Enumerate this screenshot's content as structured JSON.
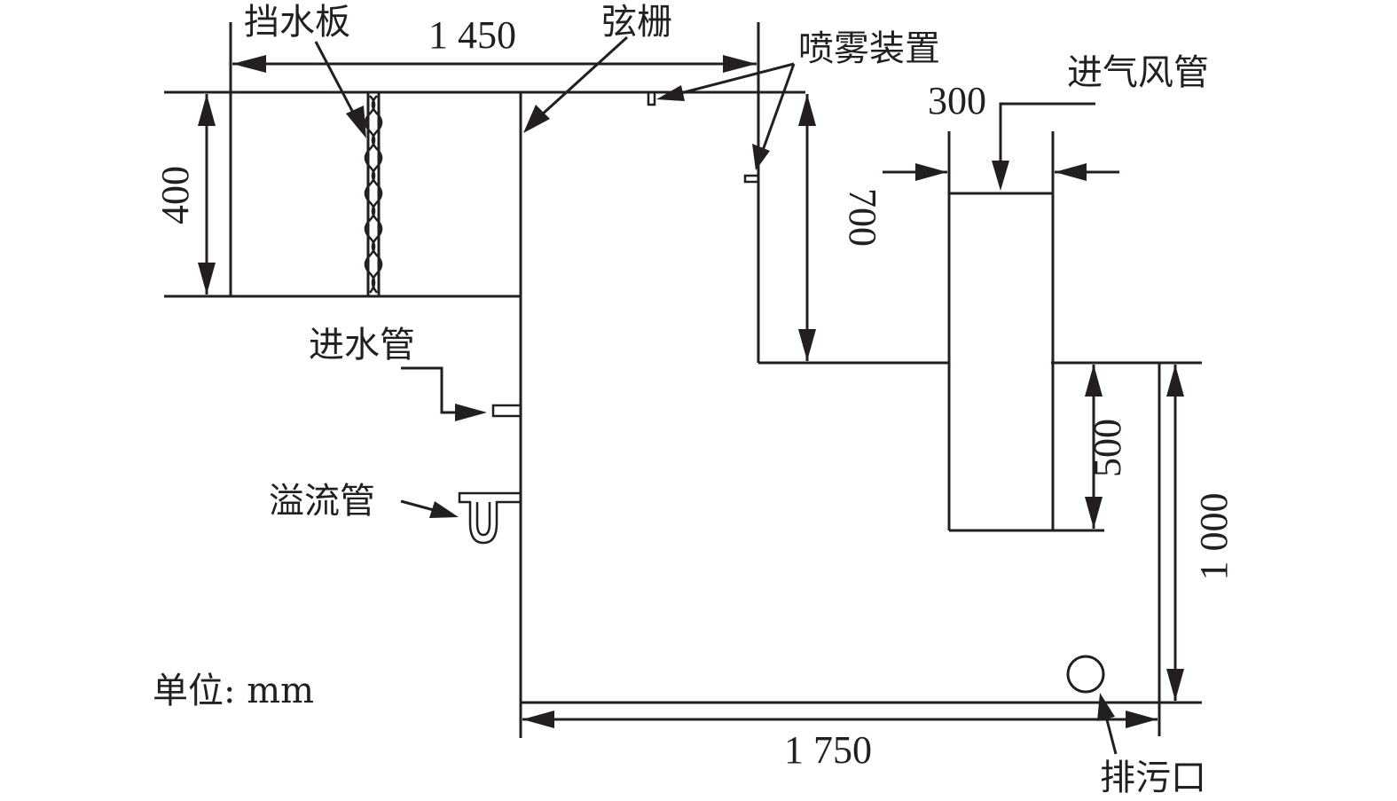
{
  "diagram": {
    "title": "",
    "unit_note": "单位: mm",
    "labels": {
      "baffle": "挡水板",
      "string_grid": "弦栅",
      "spray_device": "喷雾装置",
      "air_inlet_duct": "进气风管",
      "water_inlet_pipe": "进水管",
      "overflow_pipe": "溢流管",
      "drain_outlet": "排污口"
    },
    "dimensions": {
      "top_width": "1 450",
      "left_height": "400",
      "upper_right_height": "700",
      "duct_width": "300",
      "duct_insert_depth": "500",
      "tank_height": "1 000",
      "bottom_width": "1 750"
    },
    "colors": {
      "line": "#231f20",
      "background": "#ffffff"
    }
  }
}
